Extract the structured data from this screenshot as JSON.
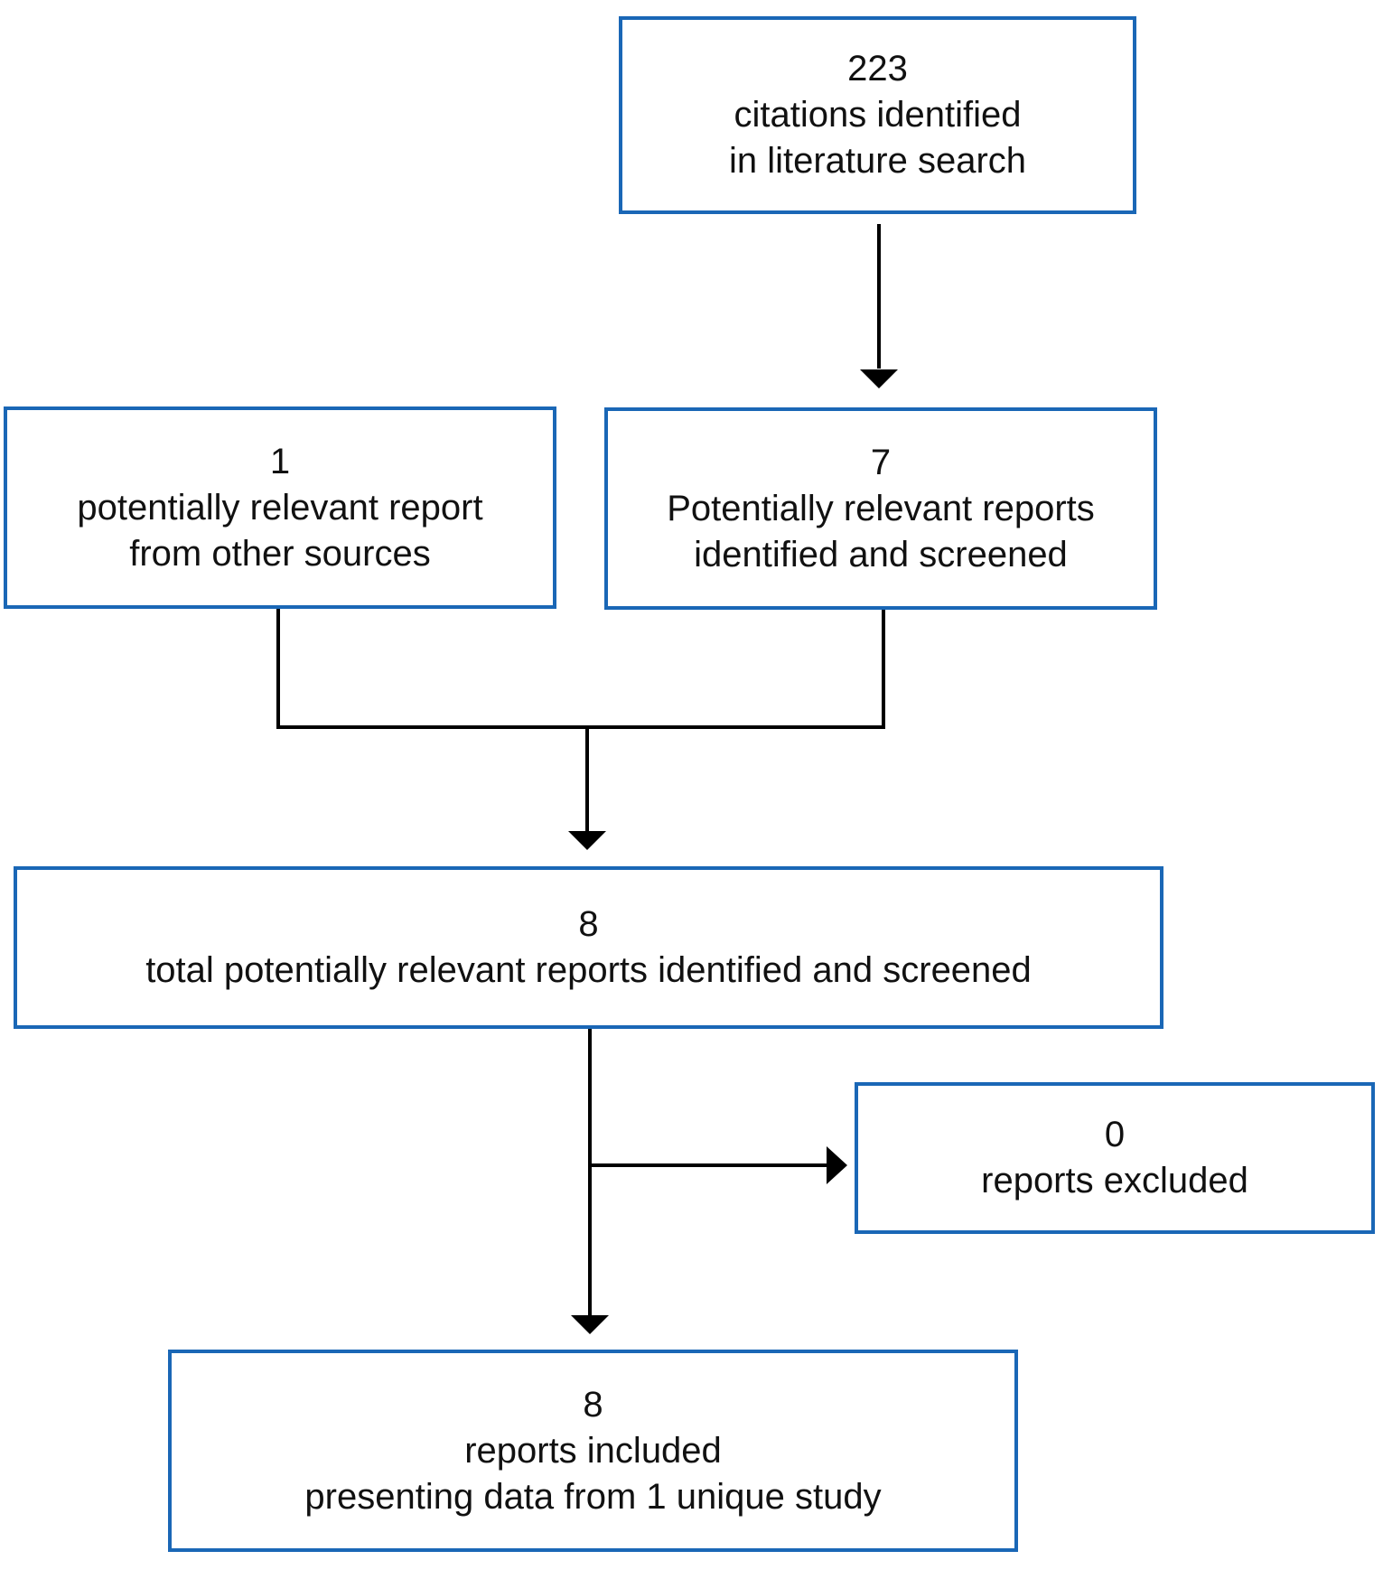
{
  "colors": {
    "box_border": "#1a67b6",
    "connector": "#000000",
    "text": "#111111"
  },
  "boxes": {
    "citations": {
      "count": "223",
      "line1": "citations identified",
      "line2": "in literature search"
    },
    "other_sources": {
      "count": "1",
      "line1": "potentially relevant report",
      "line2": "from other sources"
    },
    "screened": {
      "count": "7",
      "line1": "Potentially relevant reports",
      "line2": "identified and screened"
    },
    "total": {
      "count": "8",
      "line1": "total potentially relevant reports identified and screened"
    },
    "excluded": {
      "count": "0",
      "line1": "reports excluded"
    },
    "included": {
      "count": "8",
      "line1": "reports included",
      "line2": "presenting data from 1 unique study"
    }
  }
}
